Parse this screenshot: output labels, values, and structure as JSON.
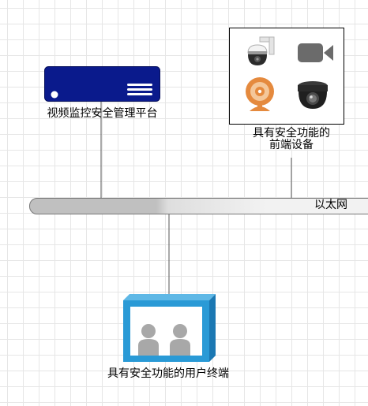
{
  "platform": {
    "label": "视频监控安全管理平台",
    "color": "#0a1a8c"
  },
  "frontend": {
    "label": "具有安全功能的前端设备",
    "icons": [
      "ptz-camera-icon",
      "video-camera-icon",
      "webcam-icon",
      "dome-camera-icon"
    ]
  },
  "network": {
    "label": "以太网"
  },
  "terminal": {
    "label": "具有安全功能的用户终端",
    "color": "#2a9ad6"
  }
}
